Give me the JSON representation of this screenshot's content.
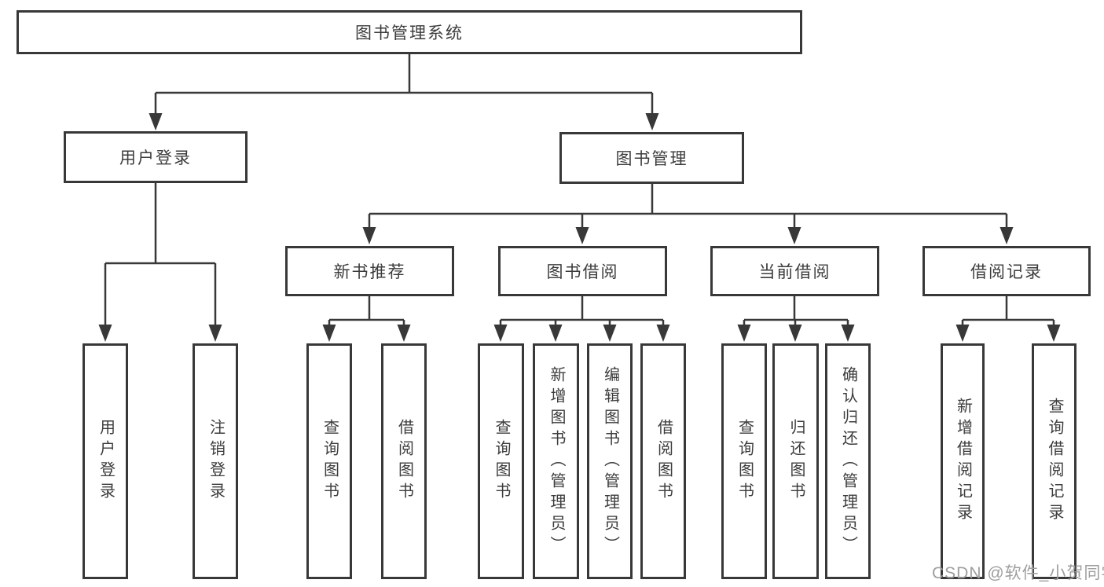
{
  "diagram": {
    "root": {
      "label": "图书管理系统"
    },
    "branches": [
      {
        "label": "用户登录",
        "children": [
          {
            "label": "用户登录"
          },
          {
            "label": "注销登录"
          }
        ]
      },
      {
        "label": "图书管理",
        "groups": [
          {
            "label": "新书推荐",
            "children": [
              {
                "label": "查询图书"
              },
              {
                "label": "借阅图书"
              }
            ]
          },
          {
            "label": "图书借阅",
            "children": [
              {
                "label": "查询图书"
              },
              {
                "label": "新增图书（管理员）"
              },
              {
                "label": "编辑图书（管理员）"
              },
              {
                "label": "借阅图书"
              }
            ]
          },
          {
            "label": "当前借阅",
            "children": [
              {
                "label": "查询图书"
              },
              {
                "label": "归还图书"
              },
              {
                "label": "确认归还（管理员）"
              }
            ]
          },
          {
            "label": "借阅记录",
            "children": [
              {
                "label": "新增借阅记录"
              },
              {
                "label": "查询借阅记录"
              }
            ]
          }
        ]
      }
    ]
  },
  "watermark": {
    "text": "CSDN @软件_小贺同学"
  },
  "colors": {
    "line": "#383838",
    "box_border": "#383838",
    "text": "#3c3c3c",
    "background": "#ffffff",
    "watermark": "#9e9e9e"
  }
}
